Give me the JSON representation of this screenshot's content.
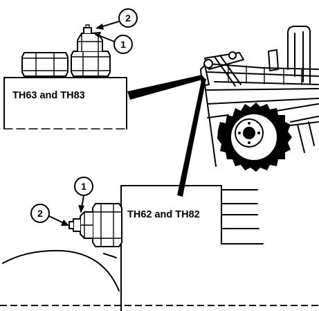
{
  "labels": {
    "upper_model": "TH63 and TH83",
    "lower_model": "TH62 and TH82"
  },
  "callouts": {
    "upper_1": "1",
    "upper_2": "2",
    "lower_1": "1",
    "lower_2": "2"
  }
}
